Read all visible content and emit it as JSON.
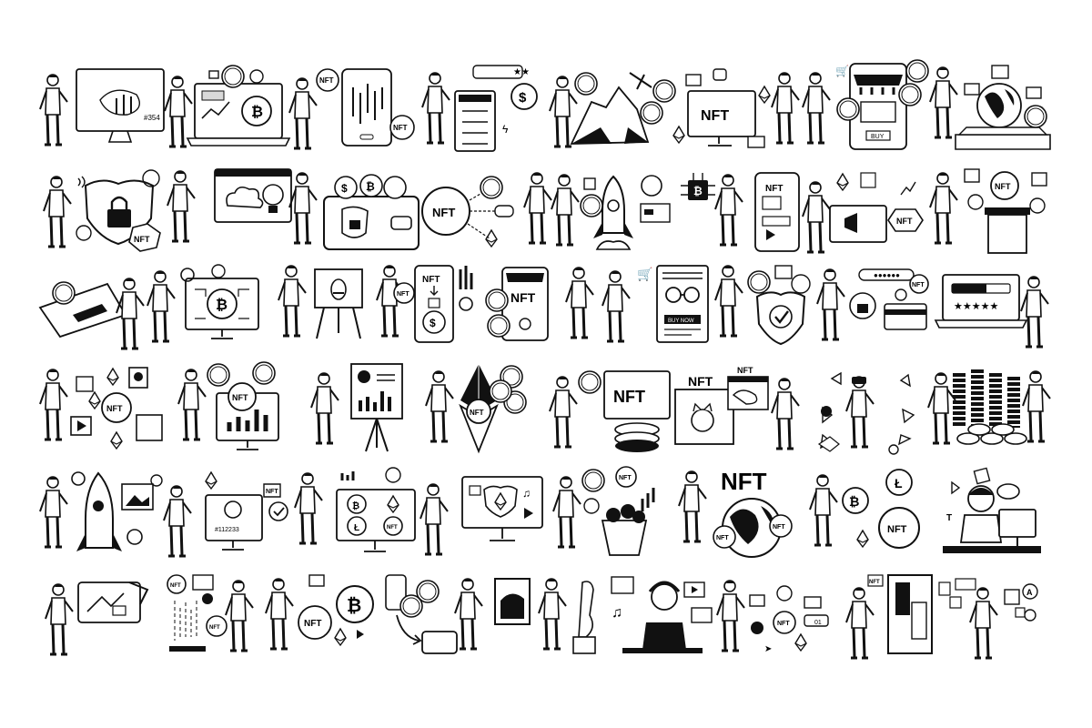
{
  "labels": {
    "r1_price": "#354",
    "r1_nft_badge_a": "NFT",
    "r1_nft_badge_b": "NFT",
    "r1_nft_screen": "NFT",
    "r1_buy": "BUY",
    "r2_nft_shield": "NFT",
    "r2_nft_node": "NFT",
    "r2_nft_phone": "NFT",
    "r2_nft_tag": "NFT",
    "r2_nft_coin": "NFT",
    "r3_nft_coin": "NFT",
    "r3_nft_phone": "NFT",
    "r3_nft_store": "NFT",
    "r3_buy_now": "BUY NOW",
    "r3_nft_badge": "NFT",
    "r4_nft_coin_a": "NFT",
    "r4_nft_coin_b": "NFT",
    "r4_nft_eth": "NFT",
    "r4_nft_screen": "NFT",
    "r4_nft_frame": "NFT",
    "r4_nft_tag": "NFT",
    "r5_nft_tag": "NFT",
    "r5_price": "#112233",
    "r5_nft_coin": "NFT",
    "r5_nft_basket": "NFT",
    "r5_nft_big": "NFT",
    "r5_nft_globe_a": "NFT",
    "r5_nft_globe_b": "NFT",
    "r5_nft_coin_b": "NFT",
    "r6_nft_chat": "NFT",
    "r6_nft_coin_a": "NFT",
    "r6_nft_coin_b": "NFT",
    "r6_nft_coin_c": "NFT",
    "r6_counter": "01",
    "r6_nft_top": "NFT",
    "r6_letter": "A"
  },
  "icons": [
    "person-figure-icon",
    "monitor-icon",
    "laptop-icon",
    "smartphone-icon",
    "bitcoin-icon",
    "ethereum-icon",
    "litecoin-icon",
    "dollar-icon",
    "nft-badge-icon",
    "shield-lock-icon",
    "cloud-icon",
    "lightbulb-icon",
    "wallet-icon",
    "gamepad-icon",
    "rocket-icon",
    "globe-icon",
    "shopping-cart-icon",
    "storefront-icon",
    "padlock-icon",
    "credit-card-icon",
    "chart-icon",
    "easel-icon",
    "megaphone-icon",
    "image-icon",
    "star-icon",
    "mountain-icon",
    "pickaxe-icon",
    "basket-icon",
    "vr-headset-icon",
    "coin-stack-icon",
    "painting-icon",
    "statue-icon",
    "gear-icon",
    "checkmark-icon",
    "music-note-icon",
    "play-icon",
    "cat-icon",
    "glasses-icon",
    "paper-plane-icon"
  ],
  "colors": {
    "ink": "#111111",
    "background": "#ffffff",
    "gray": "#d9d9d9"
  }
}
